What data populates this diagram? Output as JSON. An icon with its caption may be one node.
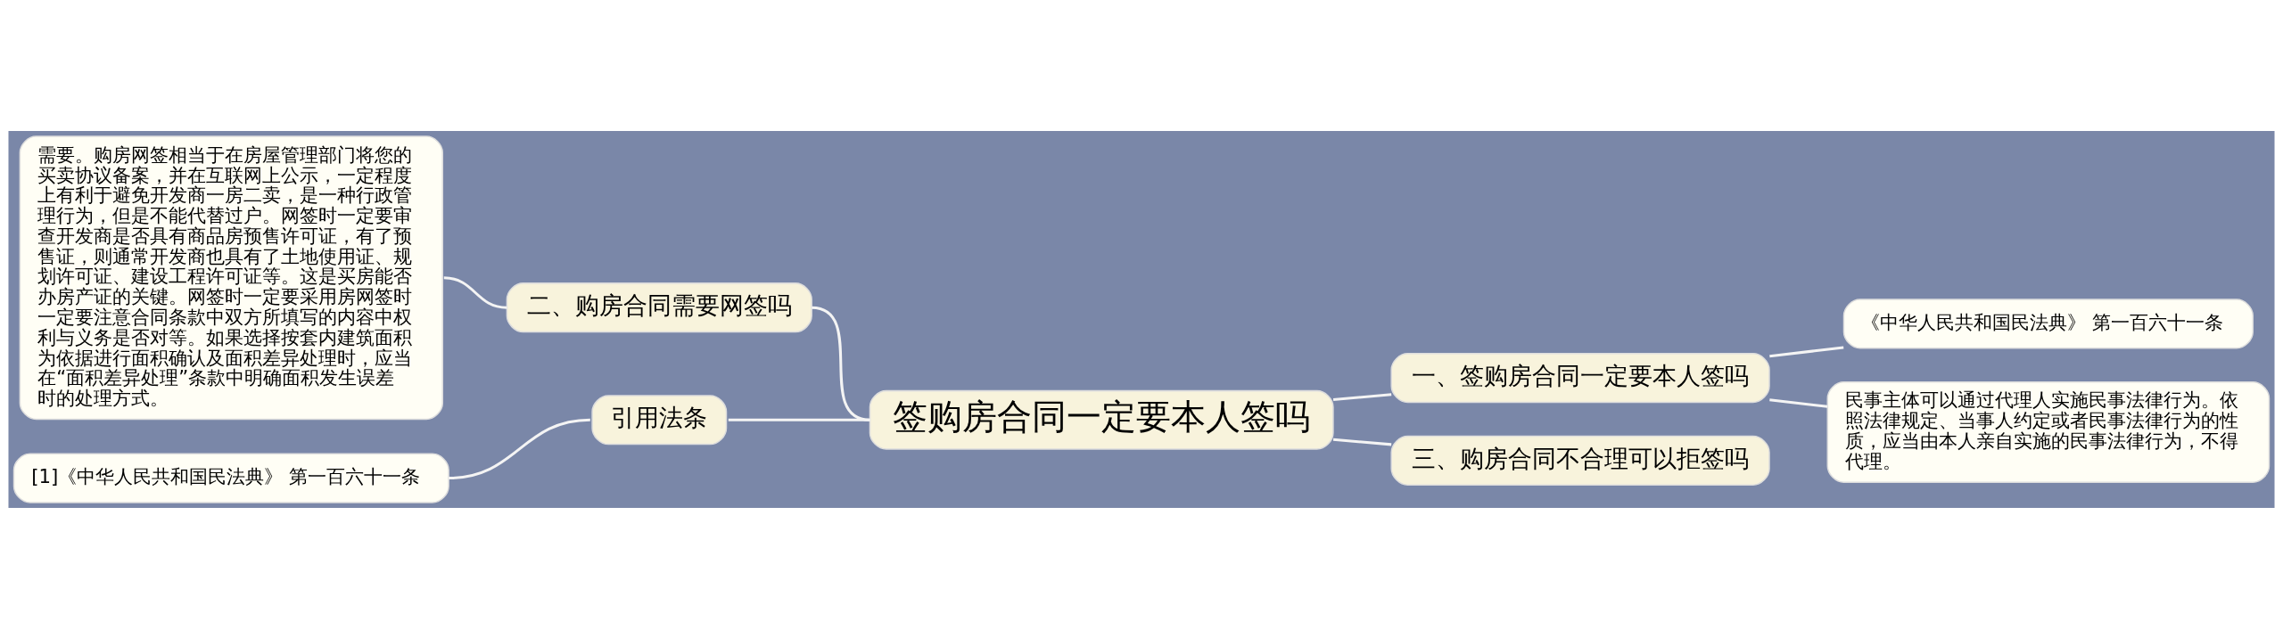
{
  "diagram": {
    "nodes": [
      {
        "text": [
          "签购房合同一定要本人签吗"
        ]
      },
      {
        "text": [
          "一、签购房合同一定要本人签吗"
        ]
      },
      {
        "text": [
          "《中华人民共和国民法典》 第一百六十一条"
        ]
      },
      {
        "text": [
          "民事主体可以通过代理人实施民事法律行为。依照法律规定、当事人约定或者民事法律行为的性质，应当由本人亲自实施的民事法律行为，不得代理。"
        ]
      },
      {
        "text": [
          "三、购房合同不合理可以拒签吗"
        ]
      },
      {
        "text": [
          "二、购房合同需要网签吗"
        ]
      },
      {
        "text": [
          "需要。购房网签相当于在房屋管理部门将您的买卖协议备案，并在互联网上公示，一定程度上有利于避免开发商一房二卖，是一种行政管理行为，但是不能代替过户。网签时一定要审查开发商是否具有商品房预售许可证，有了预售证，则通常开发商也具有了土地使用证、规划许可证、建设工程许可证等。这是买房能否办房产证的关键。网签时一定要采用房网签时一定要注意合同条款中双方所填写的内容中权利与义务是否对等。如果选择按套内建筑面积为依据进行面积确认及面积差异处理时，应当在“面积差异处理”条款中明确面积发生误差时的处理方式。"
        ]
      },
      {
        "text": [
          "引用法条"
        ]
      },
      {
        "text": [
          "[1]《中华人民共和国民法典》 第一百六十一条"
        ]
      }
    ],
    "edges": [
      {
        "from": 0,
        "to": 1,
        "arrow": "none"
      },
      {
        "from": 1,
        "to": 2,
        "arrow": "none"
      },
      {
        "from": 1,
        "to": 3,
        "arrow": "none"
      },
      {
        "from": 0,
        "to": 4,
        "arrow": "none"
      },
      {
        "from": 0,
        "to": 5,
        "arrow": "none"
      },
      {
        "from": 5,
        "to": 6,
        "arrow": "none"
      },
      {
        "from": 0,
        "to": 7,
        "arrow": "none"
      },
      {
        "from": 7,
        "to": 8,
        "arrow": "none"
      }
    ]
  }
}
